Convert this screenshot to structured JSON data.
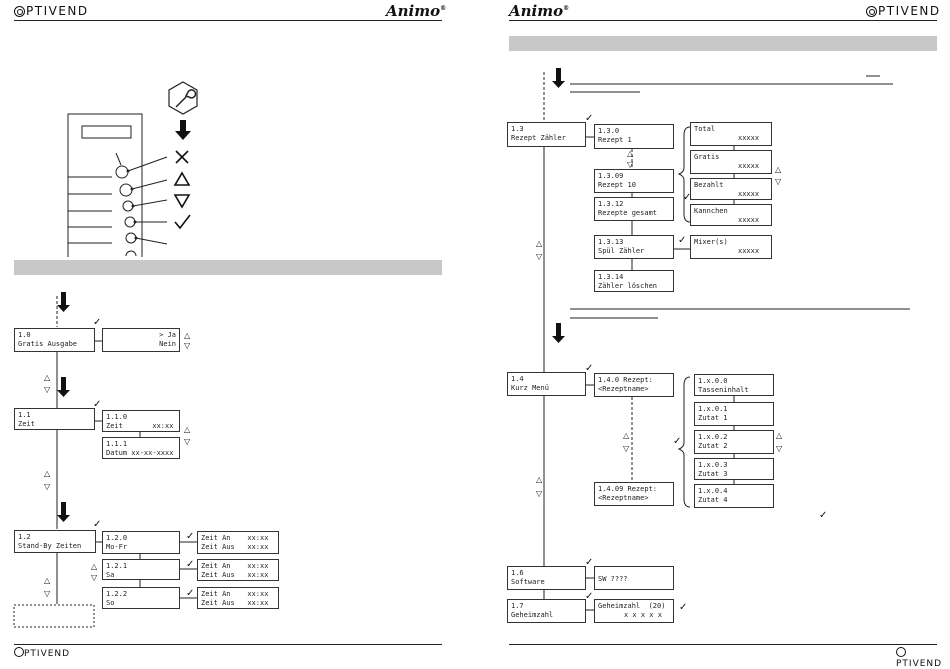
{
  "header": {
    "left_brand": "PTIVEND",
    "left_partner": "Animo",
    "right_brand": "Animo",
    "right_partner": "PTIVEND"
  },
  "footer": {
    "left_brand": "PTIVEND",
    "right_brand": "PTIVEND"
  },
  "icons": {
    "wrench": "wrench-icon",
    "down": "arrow-down-icon",
    "close": "x-icon",
    "up": "up-triangle-icon",
    "down_tri": "down-triangle-icon",
    "check": "check-icon"
  },
  "symbols": {
    "up": "△",
    "down": "▽",
    "check": "✓",
    "x": "✕"
  },
  "left": {
    "m10": {
      "line1": "1.0",
      "line2": "Gratis Ausgabe"
    },
    "m10_opts": {
      "line1": "> Ja",
      "line2": "Nein"
    },
    "m11": {
      "line1": "1.1",
      "line2": "Zeit"
    },
    "m110": {
      "line1": "1.1.0",
      "line2": "Zeit       xx:xx"
    },
    "m111": {
      "line1": "1.1.1",
      "line2": "Datum xx-xx-xxxx"
    },
    "m12": {
      "line1": "1.2",
      "line2": "Stand-By Zeiten"
    },
    "m120": {
      "line1": "1.2.0",
      "line2": "Mo-Fr"
    },
    "m121": {
      "line1": "1.2.1",
      "line2": "Sa"
    },
    "m122": {
      "line1": "1.2.2",
      "line2": "So"
    },
    "zeit_an": "Zeit An    xx:xx",
    "zeit_aus": "Zeit Aus   xx:xx"
  },
  "right": {
    "m13": {
      "line1": "1.3",
      "line2": "Rezept Zähler"
    },
    "m130": {
      "line1": "1.3.0",
      "line2": "Rezept 1"
    },
    "m1309": {
      "line1": "1.3.09",
      "line2": "Rezept 10"
    },
    "m1312": {
      "line1": "1.3.12",
      "line2": "Rezepte gesamt"
    },
    "m1313": {
      "line1": "1.3.13",
      "line2": "Spül Zähler"
    },
    "m1314": {
      "line1": "1.3.14",
      "line2": "Zähler löschen"
    },
    "total": {
      "line1": "Total",
      "line2": "xxxxx"
    },
    "gratis": {
      "line1": "Gratis",
      "line2": "xxxxx"
    },
    "bezahlt": {
      "line1": "Bezahlt",
      "line2": "xxxxx"
    },
    "kannchen": {
      "line1": "Kannchen",
      "line2": "xxxxx"
    },
    "mixer": {
      "line1": "Mixer(s)",
      "line2": "xxxxx"
    },
    "m14": {
      "line1": "1.4",
      "line2": "Kurz Menü"
    },
    "m140": {
      "line1": "1.4.0 Rezept:",
      "line2": "<Rezeptname>"
    },
    "m1409": {
      "line1": "1.4.09 Rezept:",
      "line2": "<Rezeptname>"
    },
    "x00": {
      "line1": "1.x.0.0",
      "line2": "Tasseninhalt"
    },
    "x01": {
      "line1": "1.x.0.1",
      "line2": "Zutat 1"
    },
    "x02": {
      "line1": "1.x.0.2",
      "line2": "Zutat 2"
    },
    "x03": {
      "line1": "1.x.0.3",
      "line2": "Zutat 3"
    },
    "x04": {
      "line1": "1.x.0.4",
      "line2": "Zutat 4"
    },
    "m16": {
      "line1": "1.6",
      "line2": "Software"
    },
    "sw": "SW ????",
    "m17": {
      "line1": "1.7",
      "line2": "Geheimzahl"
    },
    "geheim": {
      "line1": "Geheimzahl  (20)",
      "line2": "x x x x x"
    }
  }
}
